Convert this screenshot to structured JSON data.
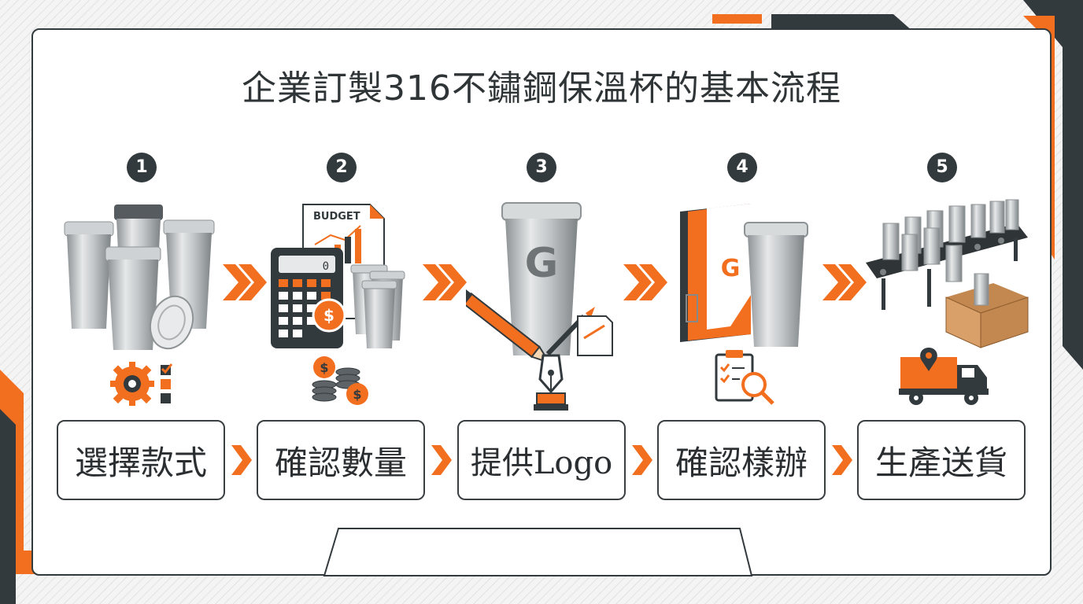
{
  "title": "企業訂製316不鏽鋼保溫杯的基本流程",
  "colors": {
    "accent": "#f26f1f",
    "dark": "#333a3e",
    "steel": "#b9bdc0",
    "cardboard": "#d9a06a"
  },
  "steps": [
    {
      "number": "1",
      "label": "選擇款式",
      "icon": "gear-checklist-icon"
    },
    {
      "number": "2",
      "label": "確認數量",
      "icon": "coins-dollar-icon"
    },
    {
      "number": "3",
      "label": "提供Logo",
      "icon": "pen-nib-icon"
    },
    {
      "number": "4",
      "label": "確認樣辦",
      "icon": "clipboard-magnifier-icon"
    },
    {
      "number": "5",
      "label": "生產送貨",
      "icon": "delivery-truck-icon"
    }
  ],
  "illustration_text": {
    "budget": "BUDGET",
    "calculator_display": "0",
    "logo_letter": "G"
  }
}
